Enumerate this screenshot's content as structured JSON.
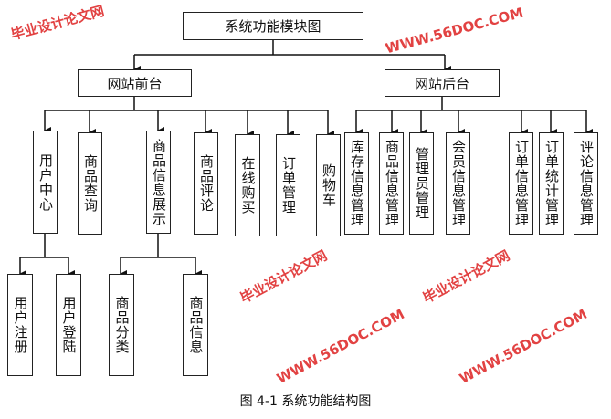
{
  "root": "系统功能模块图",
  "front": {
    "label": "网站前台",
    "children": [
      "用户中心",
      "商品查询",
      "商品信息展示",
      "商品评论",
      "在线购买",
      "订单管理",
      "购物车"
    ],
    "user_center_children": [
      "用户注册",
      "用户登陆"
    ],
    "display_children": [
      "商品分类",
      "商品信息"
    ]
  },
  "back": {
    "label": "网站后台",
    "children": [
      "库存信息管理",
      "商品信息管理",
      "管理员管理",
      "会员信息管理",
      "订单信息管理",
      "订单统计管理",
      "评论信息管理"
    ]
  },
  "caption": "图 4-1 系统功能结构图",
  "watermarks": [
    "毕业设计论文网",
    "WWW.56DOC.COM"
  ],
  "colors": {
    "watermark": "#dd2222",
    "line": "#222222"
  }
}
